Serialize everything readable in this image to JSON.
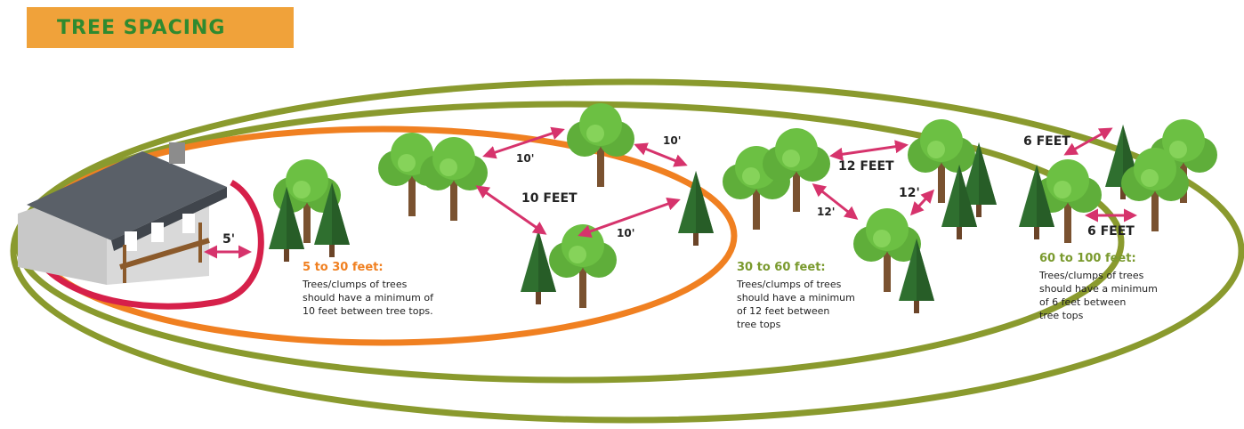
{
  "title": "TREE SPACING",
  "colors": {
    "inner_ring": "#d6204a",
    "middle_ring": "#f08021",
    "outer_ring": "#8a9a2e",
    "title_bg": "#f0a23a",
    "title_text": "#2f8a2f",
    "arrow": "#d6336c"
  },
  "labels": {
    "house_dist": "5'",
    "zone1_a": "10'",
    "zone1_b": "10'",
    "zone1_c": "10 FEET",
    "zone1_d": "10'",
    "zone2_a": "12 FEET",
    "zone2_b": "12'",
    "zone2_c": "12'",
    "zone3_a": "6 FEET",
    "zone3_b": "6 FEET"
  },
  "zones": [
    {
      "heading": "5 to 30 feet:",
      "heading_color": "#f08021",
      "lines": [
        "Trees/clumps of trees",
        "should have a minimum of",
        "10 feet between tree tops."
      ]
    },
    {
      "heading": "30 to 60 feet:",
      "heading_color": "#7a9a2e",
      "lines": [
        "Trees/clumps of trees",
        "should have a minimum",
        "of 12 feet between",
        "tree tops"
      ]
    },
    {
      "heading": "60 to 100 feet:",
      "heading_color": "#7a9a2e",
      "lines": [
        "Trees/clumps of trees",
        "should have a minimum",
        "of 6 feet between",
        "tree tops"
      ]
    }
  ]
}
